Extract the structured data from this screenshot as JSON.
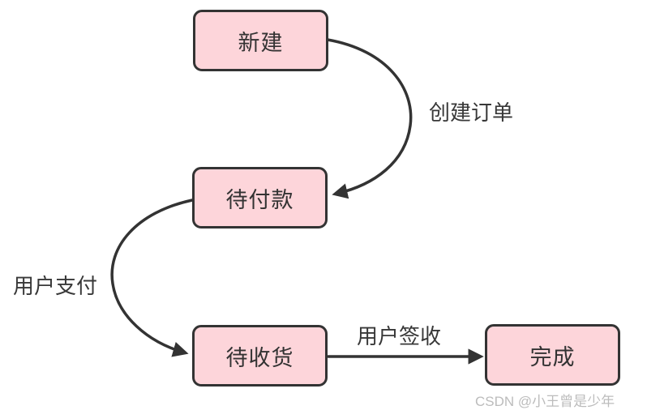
{
  "diagram": {
    "title": "order-state-flowchart",
    "nodes": [
      {
        "id": "new",
        "label": "新建"
      },
      {
        "id": "pending-payment",
        "label": "待付款"
      },
      {
        "id": "pending-receipt",
        "label": "待收货"
      },
      {
        "id": "complete",
        "label": "完成"
      }
    ],
    "edges": [
      {
        "from": "新建",
        "to": "待付款",
        "label": "创建订单",
        "shape": "curve-right"
      },
      {
        "from": "待付款",
        "to": "待收货",
        "label": "用户支付",
        "shape": "curve-left"
      },
      {
        "from": "待收货",
        "to": "完成",
        "label": "用户签收",
        "shape": "straight"
      }
    ],
    "colors": {
      "node_fill": "#fdd5da",
      "node_border": "#333333",
      "arrow": "#333333",
      "text": "#383838",
      "watermark": "#bcbcbc",
      "background": "#ffffff"
    }
  },
  "watermark": {
    "text": "CSDN @小王曾是少年"
  }
}
